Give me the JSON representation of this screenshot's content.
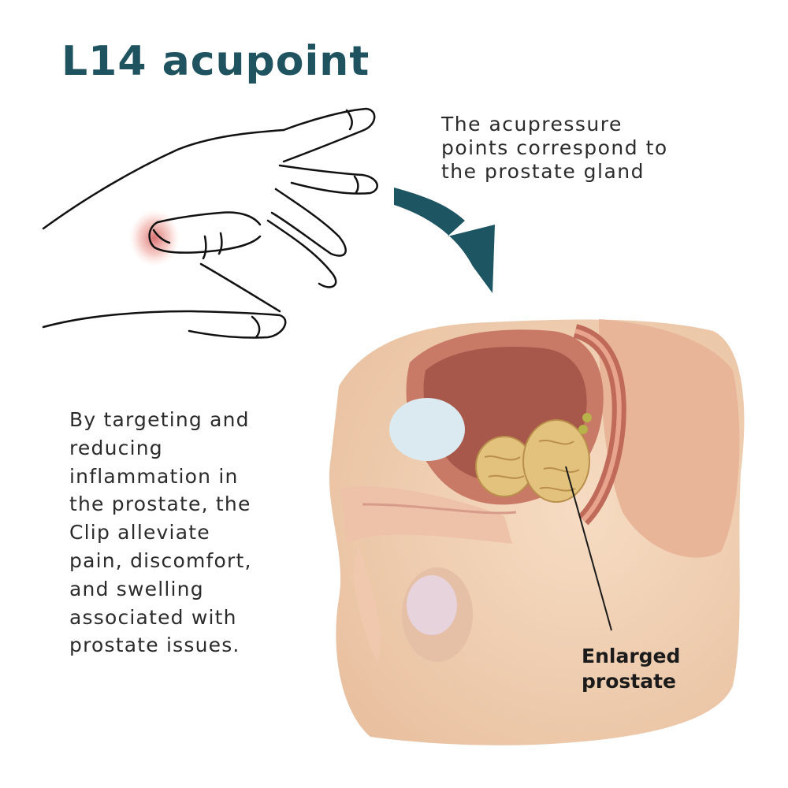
{
  "title": "L14 acupoint",
  "caption_top": [
    "The acupressure",
    "points correspond to",
    "the prostate gland"
  ],
  "caption_left": [
    "By targeting and",
    "reducing",
    "inflammation in",
    "the prostate, the",
    "Clip alleviate",
    "pain, discomfort,",
    "and swelling",
    "associated with",
    "prostate issues."
  ],
  "label": [
    "Enlarged",
    "prostate"
  ],
  "colors": {
    "title": "#1f5360",
    "arrow": "#1d5662",
    "text": "#2b2b2b",
    "skin": "#f1d0b3",
    "prostate": "#e2c27d",
    "highlight": "#e89a9a"
  },
  "icons": [
    "hand-illustration",
    "curved-arrow-icon",
    "anatomy-illustration"
  ]
}
